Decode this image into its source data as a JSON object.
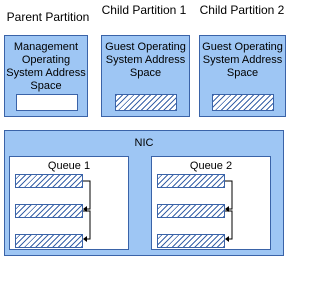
{
  "headers": {
    "parent": "Parent Partition",
    "child1": "Child Partition 1",
    "child2": "Child Partition 2"
  },
  "partitions": {
    "parent": "Management Operating System Address Space",
    "child1": "Guest Operating System Address Space",
    "child2": "Guest Operating System Address Space"
  },
  "nic": {
    "label": "NIC",
    "queues": [
      "Queue 1",
      "Queue 2"
    ]
  },
  "colors": {
    "fill": "#9ec6f4",
    "border": "#3a63a8",
    "hatch": "#3a63a8"
  }
}
